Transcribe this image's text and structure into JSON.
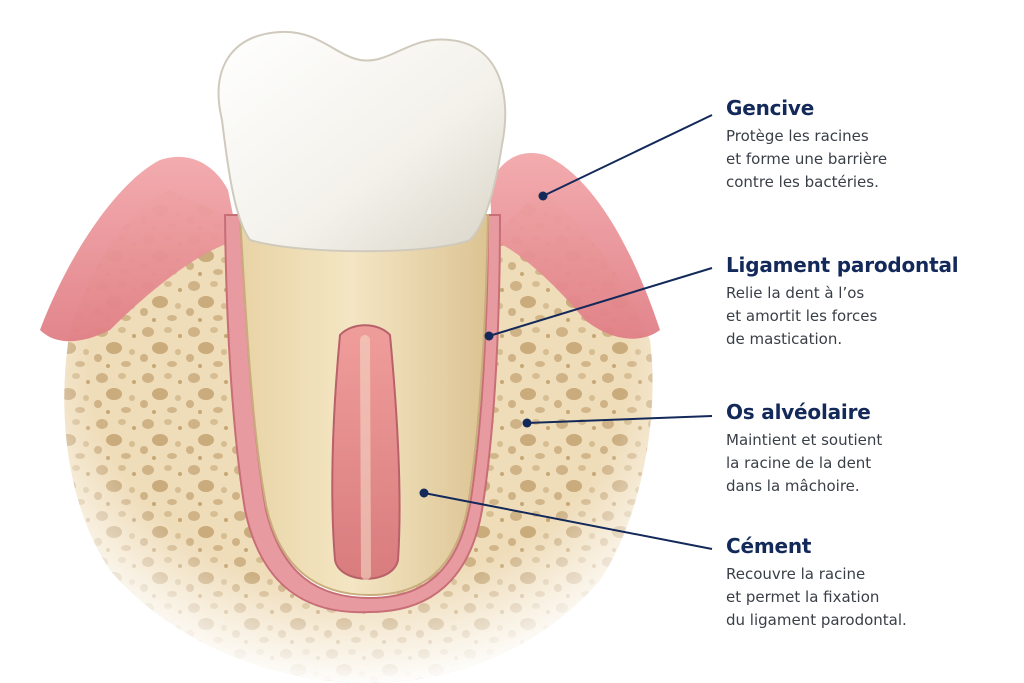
{
  "labels": [
    {
      "key": "gencive",
      "title": "Gencive",
      "lines": [
        "Protège les racines",
        "et forme une barrière",
        "contre les bactéries."
      ]
    },
    {
      "key": "ligament",
      "title": "Ligament parodontal",
      "lines": [
        "Relie la dent à l’os",
        "et amortit les forces",
        "de mastication."
      ]
    },
    {
      "key": "os",
      "title": "Os alvéolaire",
      "lines": [
        "Maintient et soutient",
        "la racine de la dent",
        "dans la mâchoire."
      ]
    },
    {
      "key": "cement",
      "title": "Cément",
      "lines": [
        "Recouvre la racine",
        "et permet la fixation",
        "du ligament parodontal."
      ]
    }
  ],
  "colors": {
    "title": "#13295a",
    "leader": "#13295a",
    "gum": "#e58a8f",
    "bone": "#efdcb7",
    "enamel": "#f7f5f0",
    "dentin": "#f0e0b8",
    "pulp": "#e89a98"
  }
}
